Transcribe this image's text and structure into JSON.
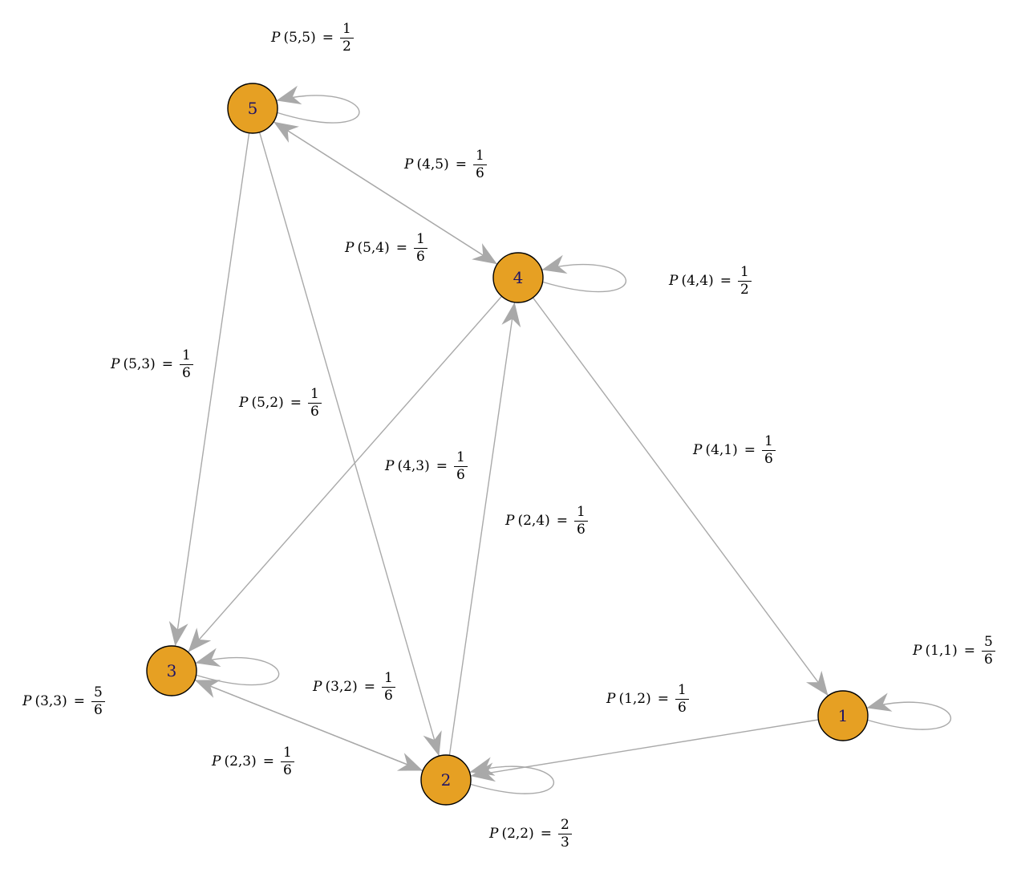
{
  "colors": {
    "node_fill": "#e6a023",
    "node_stroke": "#000000",
    "node_text": "#1f1466",
    "edge": "#a9a9a9"
  },
  "nodes": [
    {
      "id": "1",
      "label": "1"
    },
    {
      "id": "2",
      "label": "2"
    },
    {
      "id": "3",
      "label": "3"
    },
    {
      "id": "4",
      "label": "4"
    },
    {
      "id": "5",
      "label": "5"
    }
  ],
  "edges": [
    {
      "id": "e11",
      "from": "1",
      "to": "1",
      "fn": "P",
      "args": "(1,1)",
      "num": "5",
      "den": "6"
    },
    {
      "id": "e12",
      "from": "1",
      "to": "2",
      "fn": "P",
      "args": "(1,2)",
      "num": "1",
      "den": "6"
    },
    {
      "id": "e22",
      "from": "2",
      "to": "2",
      "fn": "P",
      "args": "(2,2)",
      "num": "2",
      "den": "3"
    },
    {
      "id": "e23",
      "from": "2",
      "to": "3",
      "fn": "P",
      "args": "(2,3)",
      "num": "1",
      "den": "6"
    },
    {
      "id": "e24",
      "from": "2",
      "to": "4",
      "fn": "P",
      "args": "(2,4)",
      "num": "1",
      "den": "6"
    },
    {
      "id": "e32",
      "from": "3",
      "to": "2",
      "fn": "P",
      "args": "(3,2)",
      "num": "1",
      "den": "6"
    },
    {
      "id": "e33",
      "from": "3",
      "to": "3",
      "fn": "P",
      "args": "(3,3)",
      "num": "5",
      "den": "6"
    },
    {
      "id": "e41",
      "from": "4",
      "to": "1",
      "fn": "P",
      "args": "(4,1)",
      "num": "1",
      "den": "6"
    },
    {
      "id": "e43",
      "from": "4",
      "to": "3",
      "fn": "P",
      "args": "(4,3)",
      "num": "1",
      "den": "6"
    },
    {
      "id": "e44",
      "from": "4",
      "to": "4",
      "fn": "P",
      "args": "(4,4)",
      "num": "1",
      "den": "2"
    },
    {
      "id": "e45",
      "from": "4",
      "to": "5",
      "fn": "P",
      "args": "(4,5)",
      "num": "1",
      "den": "6"
    },
    {
      "id": "e52",
      "from": "5",
      "to": "2",
      "fn": "P",
      "args": "(5,2)",
      "num": "1",
      "den": "6"
    },
    {
      "id": "e53",
      "from": "5",
      "to": "3",
      "fn": "P",
      "args": "(5,3)",
      "num": "1",
      "den": "6"
    },
    {
      "id": "e54",
      "from": "5",
      "to": "4",
      "fn": "P",
      "args": "(5,4)",
      "num": "1",
      "den": "6"
    },
    {
      "id": "e55",
      "from": "5",
      "to": "5",
      "fn": "P",
      "args": "(5,5)",
      "num": "1",
      "den": "2"
    }
  ]
}
